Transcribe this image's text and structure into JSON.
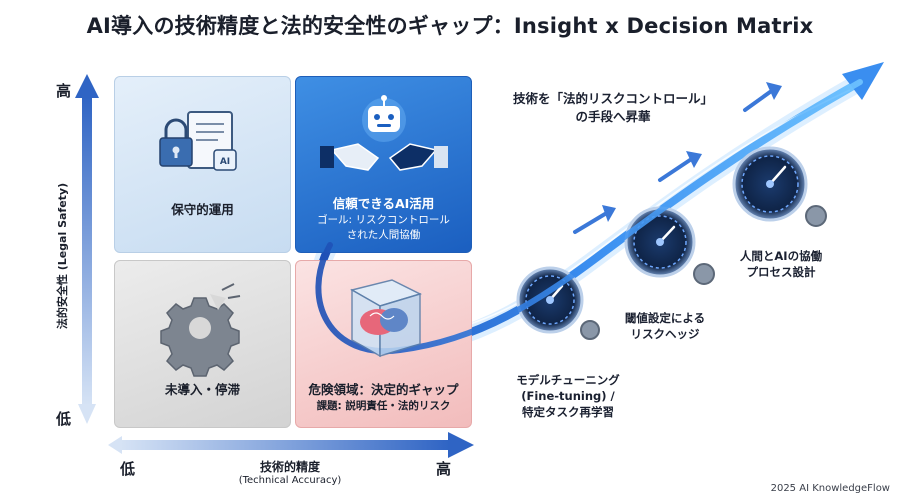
{
  "title": "AI導入の技術精度と法的安全性のギャップ：Insight x Decision Matrix",
  "y_axis": {
    "label": "法的安全性 (Legal Safety)",
    "high": "高",
    "low": "低"
  },
  "x_axis": {
    "label": "技術的精度",
    "sublabel": "(Technical Accuracy)",
    "low": "低",
    "high": "高"
  },
  "quadrants": {
    "top_left": {
      "label": "保守的運用",
      "icon": "lock-document-icon"
    },
    "top_right": {
      "label": "信頼できるAI活用",
      "sub1": "ゴール: リスクコントロール",
      "sub2": "された人間協働",
      "icon": "robot-handshake-icon"
    },
    "bottom_left": {
      "label": "未導入・停滞",
      "icon": "broken-gear-icon"
    },
    "bottom_right": {
      "label": "危険領域：決定的ギャップ",
      "sub1": "課題: 説明責任・法的リスク",
      "icon": "brain-cube-icon"
    }
  },
  "callout": {
    "line1": "技術を「法的リスクコントロール」",
    "line2": "の手段へ昇華"
  },
  "steps": [
    {
      "line1": "モデルチューニング",
      "line2": "(Fine-tuning) /",
      "line3": "特定タスク再学習"
    },
    {
      "line1": "閾値設定による",
      "line2": "リスクヘッジ"
    },
    {
      "line1": "人間とAIの協働",
      "line2": "プロセス設計"
    }
  ],
  "footer": "2025 AI KnowledgeFlow",
  "colors": {
    "primary_blue": "#1b5fc0",
    "axis_blue": "#3f73c8",
    "danger_pink": "#f2bcbc",
    "gray": "#d3d3d3"
  }
}
